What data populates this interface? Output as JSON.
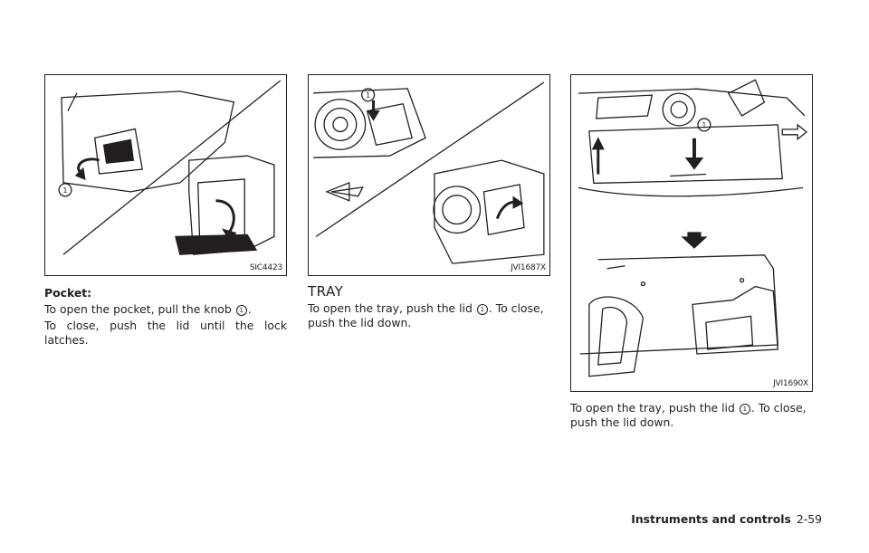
{
  "figures": [
    {
      "code": "SIC4423",
      "callout": "1"
    },
    {
      "code": "JVI1687X",
      "callout": "1"
    },
    {
      "code": "JVI1690X",
      "callout": "1"
    }
  ],
  "left_column": {
    "heading": "Pocket:",
    "para1_before": "To open the pocket, pull the knob ",
    "para1_marker": "1",
    "para1_after": ".",
    "para2_line1": "To close, push the lid until the lock",
    "para2_line2": "latches."
  },
  "middle_column": {
    "heading": "TRAY",
    "para_before": "To open the tray, push the lid ",
    "para_marker": "1",
    "para_after": ". To close,",
    "para_line2": "push the lid down."
  },
  "right_column": {
    "para_before": "To open the tray, push the lid ",
    "para_marker": "1",
    "para_after": ". To close,",
    "para_line2": "push the lid down."
  },
  "footer": {
    "section": "Instruments and controls",
    "page": "2-59"
  }
}
